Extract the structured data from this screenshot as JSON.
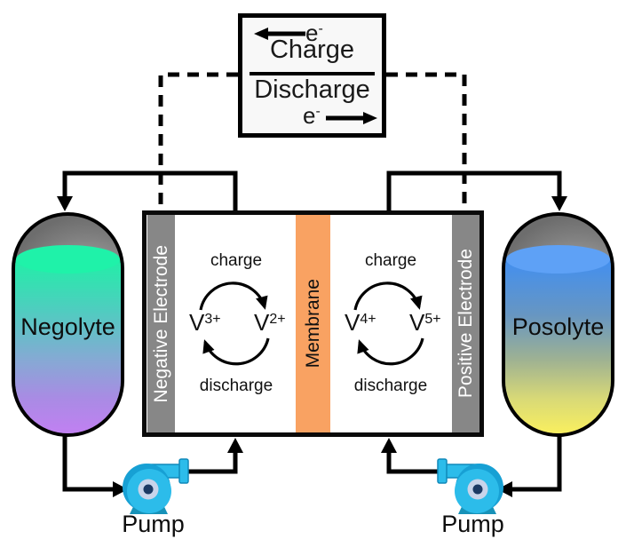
{
  "circuit_box": {
    "electron_symbol": "e",
    "electron_sign": "-",
    "charge_label": "Charge",
    "discharge_label": "Discharge"
  },
  "tanks": {
    "negolyte_label": "Negolyte",
    "posolyte_label": "Posolyte"
  },
  "cell": {
    "negative_electrode_label": "Negative Electrode",
    "membrane_label": "Membrane",
    "positive_electrode_label": "Positive Electrode",
    "negative_half": {
      "charge_label": "charge",
      "discharge_label": "discharge",
      "left_species": "V",
      "left_species_sup": "3+",
      "right_species": "V",
      "right_species_sup": "2+"
    },
    "positive_half": {
      "charge_label": "charge",
      "discharge_label": "discharge",
      "left_species": "V",
      "left_species_sup": "4+",
      "right_species": "V",
      "right_species_sup": "5+"
    }
  },
  "pumps": {
    "left_label": "Pump",
    "right_label": "Pump"
  },
  "colors": {
    "membrane": "#F9A262",
    "electrode": "#878787",
    "negolyte_top": "#21EFA7",
    "negolyte_bottom": "#C180F2",
    "posolyte_top": "#428FF0",
    "posolyte_bottom": "#F9EF5F",
    "pump_body": "#2CBCEA",
    "pump_base": "#1792B8",
    "wire": "#000000",
    "box_background": "#F8F8F8"
  }
}
